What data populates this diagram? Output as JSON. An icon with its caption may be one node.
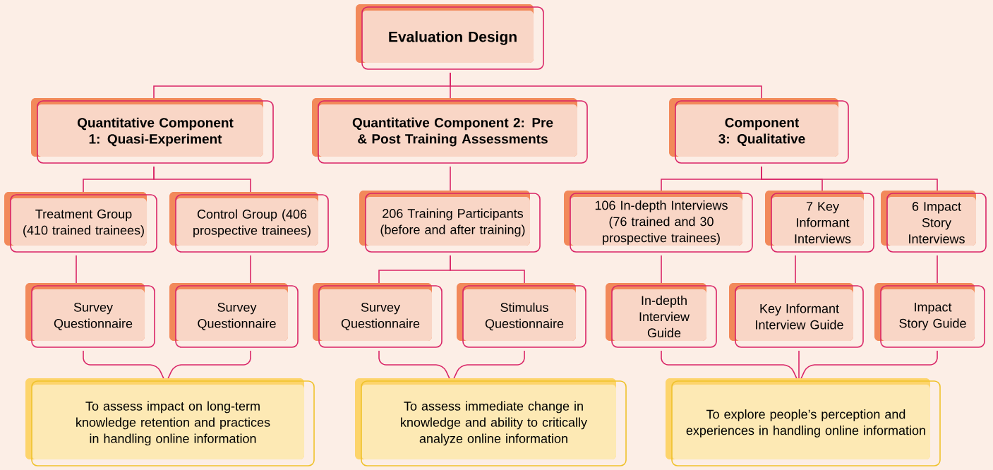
{
  "diagram": {
    "nodes": [
      {
        "text": [
          "Evaluation Design"
        ]
      },
      {
        "text": [
          "Quantitative Component 1: Quasi-Experiment"
        ]
      },
      {
        "text": [
          "Quantitative Component 2: Pre & Post Training Assessments"
        ]
      },
      {
        "text": [
          "Component 3: Qualitative"
        ]
      },
      {
        "text": [
          "Treatment Group (410 trained trainees)"
        ]
      },
      {
        "text": [
          "Control Group (406 prospective trainees)"
        ]
      },
      {
        "text": [
          "206 Training Participants (before and after training)"
        ]
      },
      {
        "text": [
          "106 In-depth Interviews (76 trained and 30 prospective trainees)"
        ]
      },
      {
        "text": [
          "7 Key Informant Interviews"
        ]
      },
      {
        "text": [
          "6 Impact Story Interviews"
        ]
      },
      {
        "text": [
          "Survey Questionnaire"
        ]
      },
      {
        "text": [
          "Survey Questionnaire"
        ]
      },
      {
        "text": [
          "Survey Questionnaire"
        ]
      },
      {
        "text": [
          "Stimulus Questionnaire"
        ]
      },
      {
        "text": [
          "In-depth Interview Guide"
        ]
      },
      {
        "text": [
          "Key Informant Interview Guide"
        ]
      },
      {
        "text": [
          "Impact Story Guide"
        ]
      },
      {
        "text": [
          "To assess impact on long-term knowledge retention and practices in handling online information"
        ]
      },
      {
        "text": [
          "To assess immediate change in knowledge and ability to critically analyze online information"
        ]
      },
      {
        "text": [
          "To explore people’s perception and experiences in handling online information"
        ]
      }
    ],
    "edges": [
      {
        "from": 0,
        "to": 1,
        "arrow": "none"
      },
      {
        "from": 0,
        "to": 2,
        "arrow": "none"
      },
      {
        "from": 0,
        "to": 3,
        "arrow": "none"
      },
      {
        "from": 1,
        "to": 4,
        "arrow": "none"
      },
      {
        "from": 1,
        "to": 5,
        "arrow": "none"
      },
      {
        "from": 2,
        "to": 6,
        "arrow": "none"
      },
      {
        "from": 3,
        "to": 7,
        "arrow": "none"
      },
      {
        "from": 3,
        "to": 8,
        "arrow": "none"
      },
      {
        "from": 3,
        "to": 9,
        "arrow": "none"
      },
      {
        "from": 4,
        "to": 10,
        "arrow": "none"
      },
      {
        "from": 5,
        "to": 11,
        "arrow": "none"
      },
      {
        "from": 6,
        "to": 12,
        "arrow": "none"
      },
      {
        "from": 6,
        "to": 13,
        "arrow": "none"
      },
      {
        "from": 7,
        "to": 14,
        "arrow": "none"
      },
      {
        "from": 8,
        "to": 15,
        "arrow": "none"
      },
      {
        "from": 9,
        "to": 16,
        "arrow": "none"
      },
      {
        "from": 10,
        "to": 17,
        "arrow": "none"
      },
      {
        "from": 11,
        "to": 17,
        "arrow": "none"
      },
      {
        "from": 12,
        "to": 18,
        "arrow": "none"
      },
      {
        "from": 13,
        "to": 18,
        "arrow": "none"
      },
      {
        "from": 14,
        "to": 19,
        "arrow": "none"
      },
      {
        "from": 15,
        "to": 19,
        "arrow": "none"
      },
      {
        "from": 16,
        "to": 19,
        "arrow": "none"
      }
    ]
  }
}
